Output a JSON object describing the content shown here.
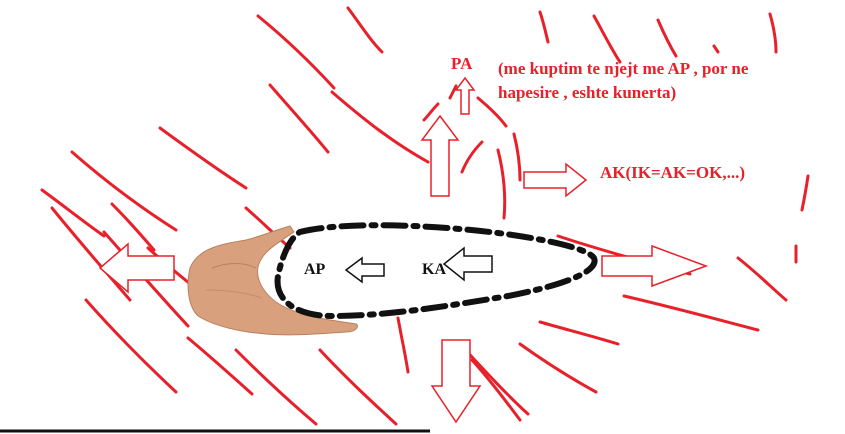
{
  "colors": {
    "strokes": "#e8202a",
    "labels_red": "#e8202a",
    "loop": "#111111",
    "hand_skin": "#d9a07d"
  },
  "labels": {
    "pa": "PA",
    "note_line1": "(me kuptim te njejt me AP , por ne",
    "note_line2": "hapesire , eshte kunerta)",
    "ak": "AK(IK=AK=OK,...)",
    "ap": "AP",
    "ka": "KA"
  },
  "icons": [
    "hand-icon",
    "arrow-up-icon",
    "arrow-left-icon",
    "arrow-right-icon",
    "arrow-down-icon"
  ]
}
